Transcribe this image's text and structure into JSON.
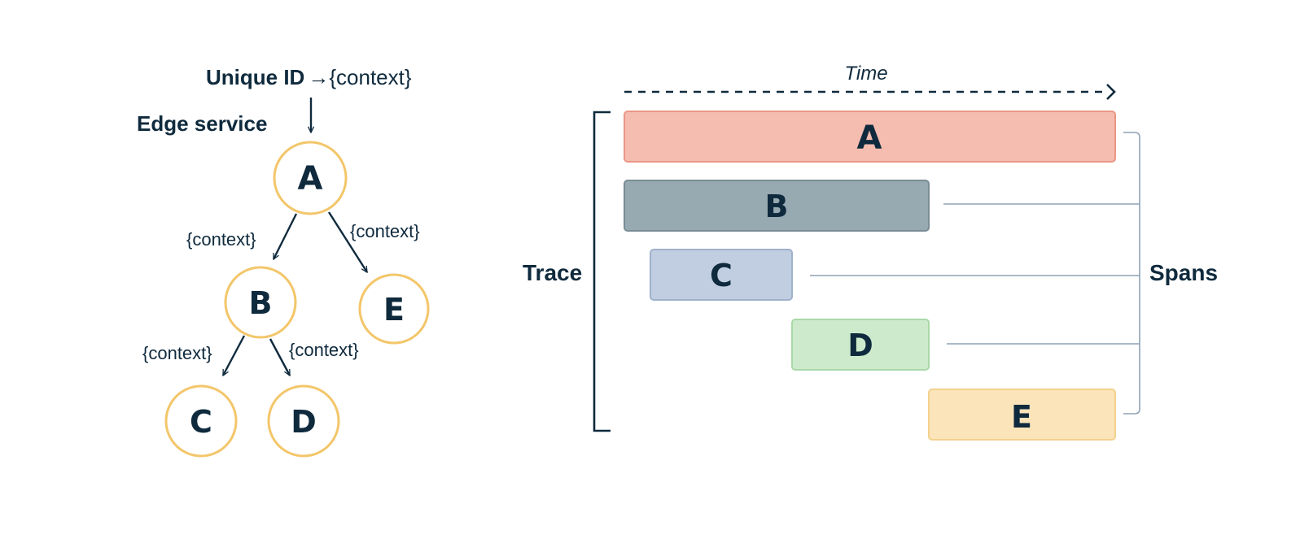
{
  "tree": {
    "header_bold": "Unique ID",
    "header_arrow": "→",
    "header_context": "{context}",
    "edge_service_label": "Edge service",
    "nodes": {
      "a": "A",
      "b": "B",
      "c": "C",
      "d": "D",
      "e": "E"
    },
    "edge_labels": {
      "a_b": "{context}",
      "a_e": "{context}",
      "b_c": "{context}",
      "b_d": "{context}"
    }
  },
  "timeline": {
    "time_label": "Time",
    "trace_label": "Trace",
    "spans_label": "Spans",
    "spans": [
      {
        "label": "A",
        "fill": "#f5bcb0",
        "stroke": "#eb9686"
      },
      {
        "label": "B",
        "fill": "#97a9b1",
        "stroke": "#7a8d96"
      },
      {
        "label": "C",
        "fill": "#c1cee2",
        "stroke": "#a0b1cb"
      },
      {
        "label": "D",
        "fill": "#cdebcc",
        "stroke": "#a9d8a7"
      },
      {
        "label": "E",
        "fill": "#fbe4ba",
        "stroke": "#f4d18d"
      }
    ]
  },
  "colors": {
    "ink": "#0f2a3d",
    "node_ring": "#f3c66a",
    "bracket_line": "#8ea2b5"
  }
}
